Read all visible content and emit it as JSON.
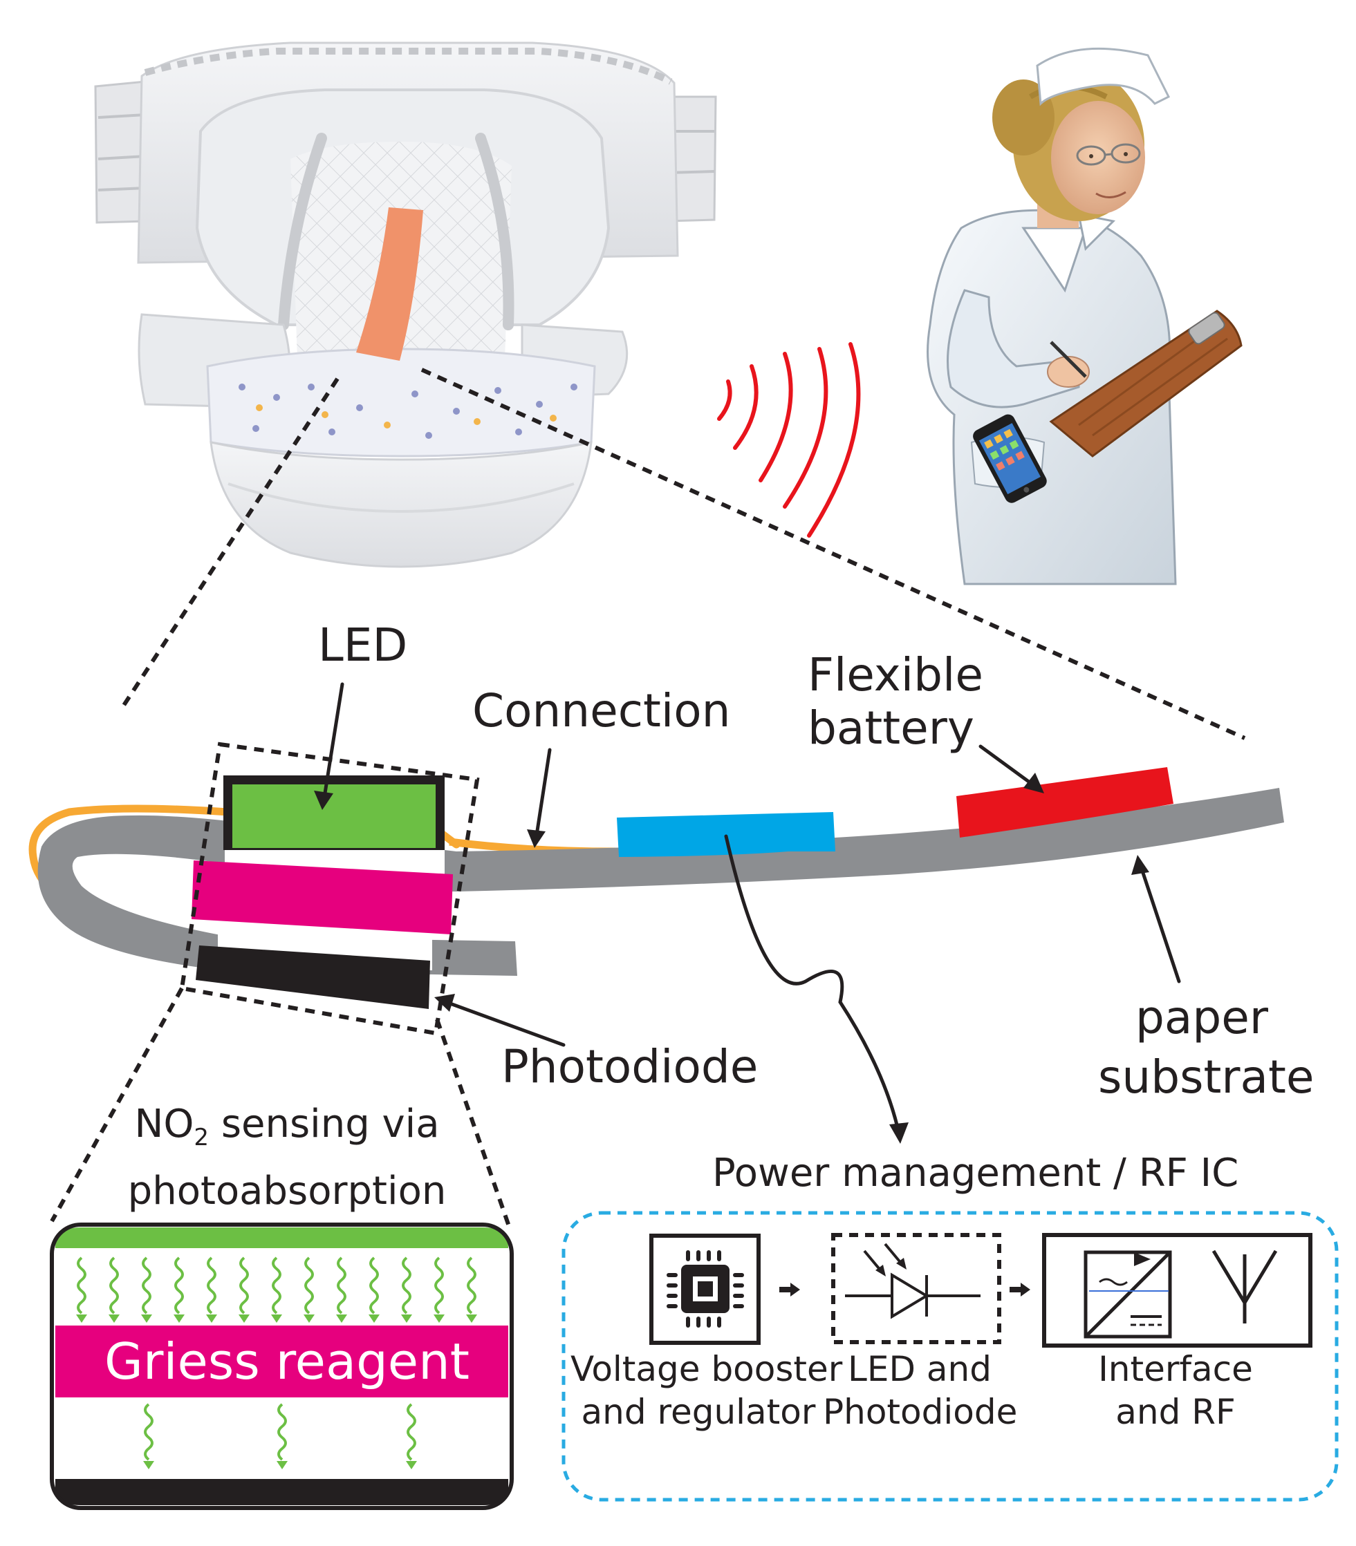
{
  "labels": {
    "led": "LED",
    "connection": "Connection",
    "flexible_battery_1": "Flexible",
    "flexible_battery_2": "battery",
    "photodiode": "Photodiode",
    "paper_substrate_1": "paper",
    "paper_substrate_2": "substrate",
    "no2_prefix": "NO",
    "no2_sub": "2",
    "no2_suffix": " sensing via",
    "photoabsorption": "photoabsorption",
    "griess_reagent": "Griess reagent",
    "power_management": "Power management / RF IC",
    "voltage_1": "Voltage booster",
    "voltage_2": "and regulator",
    "led_pd_1": "LED and",
    "led_pd_2": "Photodiode",
    "interface_1": "Interface",
    "interface_2": "and RF"
  },
  "colors": {
    "led_green": "#6cbf44",
    "reagent_magenta": "#e6007e",
    "battery_red": "#e8141c",
    "ic_blue": "#00a6e6",
    "connection_orange": "#f7a833",
    "substrate_gray": "#8c8e91",
    "rf_waves_red": "#e8141c",
    "box_dashed_blue": "#29abe2",
    "sensor_patch_orange": "#f0926a"
  },
  "icons": [
    "diaper-illustration",
    "nurse-illustration",
    "smartphone-icon",
    "rf-waves-icon",
    "chip-icon",
    "photodiode-led-icon",
    "converter-icon",
    "antenna-icon"
  ]
}
